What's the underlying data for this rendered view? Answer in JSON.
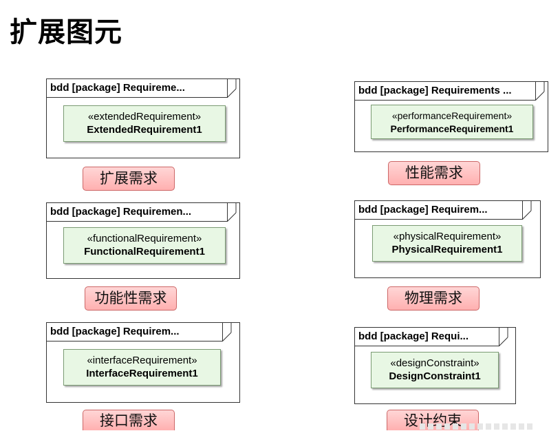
{
  "page": {
    "title": "扩展图元"
  },
  "diagrams": [
    {
      "frame_title": "bdd [package] Requireme...",
      "stereotype": "«extendedRequirement»",
      "name": "ExtendedRequirement1",
      "caption": "扩展需求"
    },
    {
      "frame_title": "bdd [package] Requirements ...",
      "stereotype": "«performanceRequirement»",
      "name": "PerformanceRequirement1",
      "caption": "性能需求"
    },
    {
      "frame_title": "bdd [package] Requiremen...",
      "stereotype": "«functionalRequirement»",
      "name": "FunctionalRequirement1",
      "caption": "功能性需求"
    },
    {
      "frame_title": "bdd [package] Requirem...",
      "stereotype": "«physicalRequirement»",
      "name": "PhysicalRequirement1",
      "caption": "物理需求"
    },
    {
      "frame_title": "bdd [package] Requirem...",
      "stereotype": "«interfaceRequirement»",
      "name": "InterfaceRequirement1",
      "caption": "接口需求"
    },
    {
      "frame_title": "bdd [package] Requi...",
      "stereotype": "«designConstraint»",
      "name": "DesignConstraint1",
      "caption": "设计约束"
    }
  ],
  "colors": {
    "requirement_fill": "#e8f7e4",
    "caption_fill": "#ffc0c0"
  }
}
